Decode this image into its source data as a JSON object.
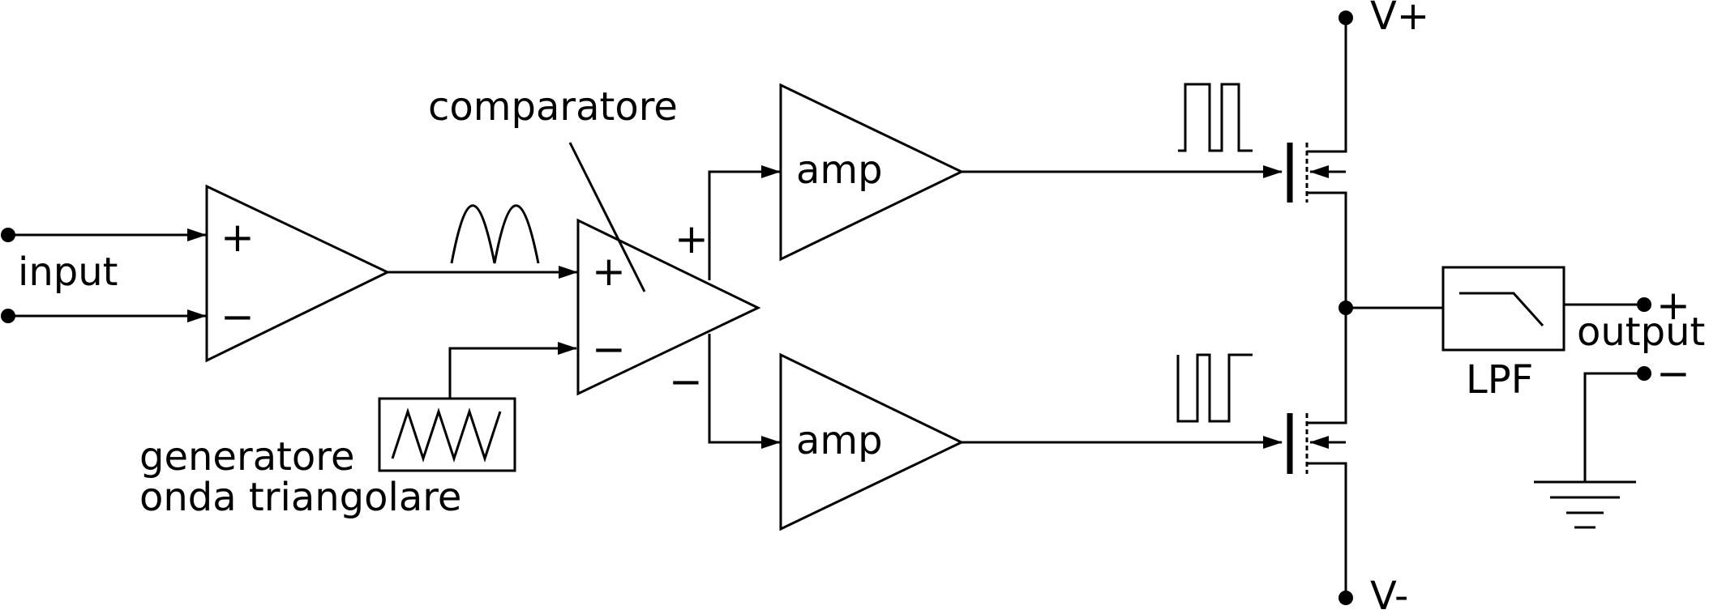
{
  "labels": {
    "input": "input",
    "comparator": "comparatore",
    "generator_line1": "generatore",
    "generator_line2": "onda triangolare",
    "amp_top": "amp",
    "amp_bottom": "amp",
    "supply_pos": "V+",
    "supply_neg": "V-",
    "filter": "LPF",
    "output": "output"
  },
  "signs": {
    "plus": "+",
    "minus": "−"
  }
}
